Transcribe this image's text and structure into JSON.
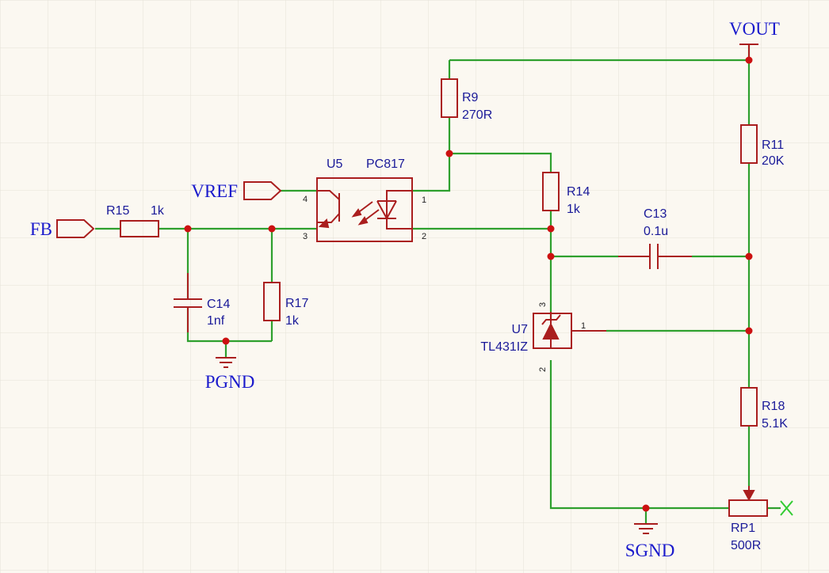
{
  "net_labels": {
    "vout": "VOUT",
    "vref": "VREF",
    "fb": "FB",
    "pgnd": "PGND",
    "sgnd": "SGND"
  },
  "components": {
    "r9": {
      "designator": "R9",
      "value": "270R"
    },
    "r11": {
      "designator": "R11",
      "value": "20K"
    },
    "r14": {
      "designator": "R14",
      "value": "1k"
    },
    "r15": {
      "designator": "R15",
      "value": "1k"
    },
    "r17": {
      "designator": "R17",
      "value": "1k"
    },
    "r18": {
      "designator": "R18",
      "value": "5.1K"
    },
    "c13": {
      "designator": "C13",
      "value": "0.1u"
    },
    "c14": {
      "designator": "C14",
      "value": "1nf"
    },
    "u5": {
      "designator": "U5",
      "value": "PC817"
    },
    "u7": {
      "designator": "U7",
      "value": "TL431IZ"
    },
    "rp1": {
      "designator": "RP1",
      "value": "500R"
    }
  },
  "pins": {
    "u5_1": "1",
    "u5_2": "2",
    "u5_3": "3",
    "u5_4": "4",
    "u7_1": "1",
    "u7_2": "2",
    "u7_3": "3"
  },
  "colors": {
    "background": "#fbf8f1",
    "grid": "#e6e2d8",
    "wire": "#2ea02e",
    "component": "#aa1e1e",
    "junction": "#cc1111",
    "label_text": "#1a1a99",
    "net_label": "#1a1acc",
    "no_connect": "#33cc33"
  }
}
